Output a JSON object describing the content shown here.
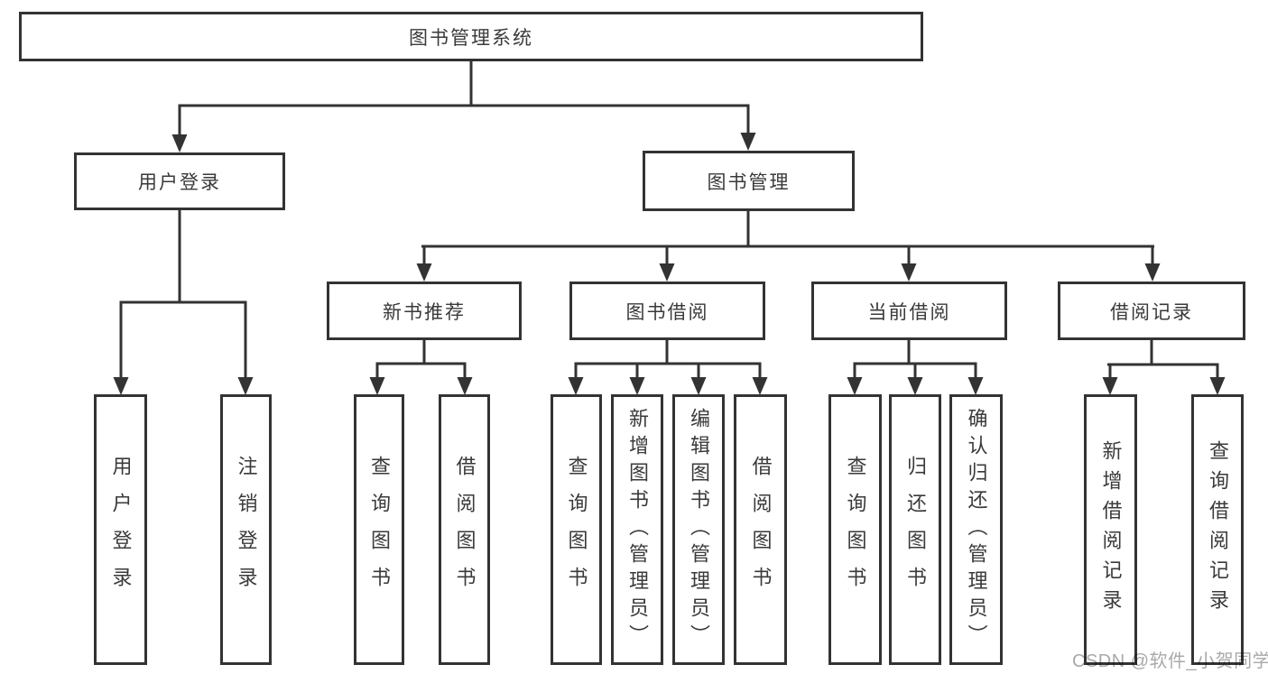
{
  "root": {
    "label": "图书管理系统"
  },
  "branches": {
    "user_login": {
      "label": "用户登录",
      "children": [
        {
          "label": "用户登录"
        },
        {
          "label": "注销登录"
        }
      ]
    },
    "book_management": {
      "label": "图书管理",
      "children": [
        {
          "label": "新书推荐",
          "children": [
            {
              "label": "查询图书"
            },
            {
              "label": "借阅图书"
            }
          ]
        },
        {
          "label": "图书借阅",
          "children": [
            {
              "label": "查询图书"
            },
            {
              "label": "新增图书（管理员）"
            },
            {
              "label": "编辑图书（管理员）"
            },
            {
              "label": "借阅图书"
            }
          ]
        },
        {
          "label": "当前借阅",
          "children": [
            {
              "label": "查询图书"
            },
            {
              "label": "归还图书"
            },
            {
              "label": "确认归还（管理员）"
            }
          ]
        },
        {
          "label": "借阅记录",
          "children": [
            {
              "label": "新增借阅记录"
            },
            {
              "label": "查询借阅记录"
            }
          ]
        }
      ]
    }
  },
  "watermark": {
    "text": "CSDN @软件_小贺同学"
  },
  "colors": {
    "line": "#333333",
    "box_border": "#333333",
    "text": "#3a3a3a",
    "watermark": "#a9a9a9",
    "background": "#ffffff"
  }
}
